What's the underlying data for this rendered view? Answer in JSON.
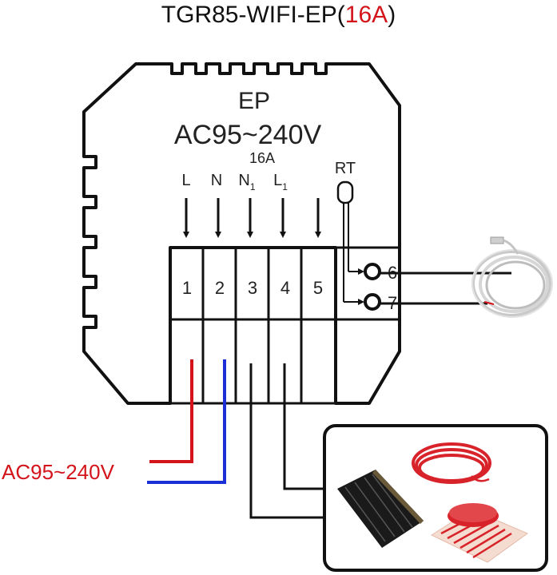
{
  "title": {
    "model": "TGR85-WIFI-EP(",
    "rating": "16A",
    "close": ")"
  },
  "device": {
    "type_label": "EP",
    "voltage_label": "AC95~240V",
    "current_label": "16A",
    "probe_label": "RT"
  },
  "terminal_labels": [
    {
      "main": "L",
      "sub": ""
    },
    {
      "main": "N",
      "sub": ""
    },
    {
      "main": "N",
      "sub": "1"
    },
    {
      "main": "L",
      "sub": "1"
    },
    {
      "main": "",
      "sub": ""
    }
  ],
  "terminal_numbers": [
    "1",
    "2",
    "3",
    "4",
    "5"
  ],
  "sensor_terminals": [
    "6",
    "7"
  ],
  "supply_label": "AC95~240V",
  "colors": {
    "live": "#d4141b",
    "neutral": "#1a2fd6",
    "line": "#111111",
    "accent": "#d4141b"
  },
  "icons": {
    "sensor": "temperature-sensor-cable-image",
    "heater": "heating-film-and-cable-image"
  }
}
